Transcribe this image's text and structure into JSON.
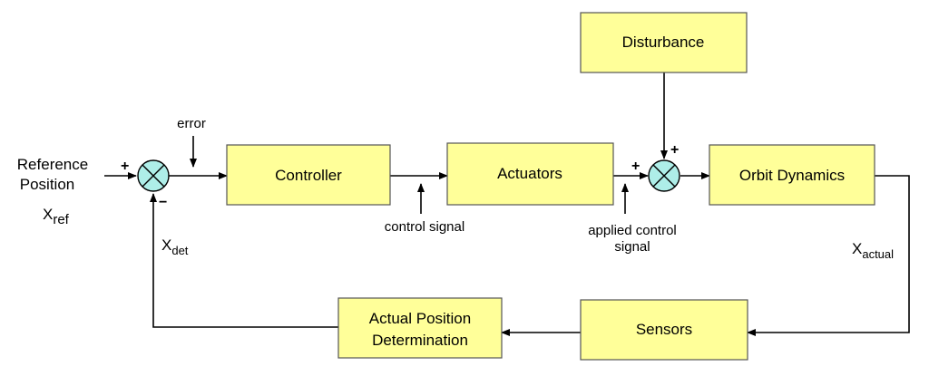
{
  "colors": {
    "block_fill": "#ffff99",
    "block_stroke": "#555555",
    "junction_fill": "#aeeee8",
    "line": "#000000"
  },
  "blocks": {
    "controller": "Controller",
    "actuators": "Actuators",
    "orbit_dynamics": "Orbit Dynamics",
    "disturbance": "Disturbance",
    "sensors": "Sensors",
    "actual_position_line1": "Actual Position",
    "actual_position_line2": "Determination"
  },
  "labels": {
    "reference_line1": "Reference",
    "reference_line2": "Position",
    "x_ref_main": "X",
    "x_ref_sub": "ref",
    "error": "error",
    "control_signal": "control signal",
    "applied_control_line1": "applied control",
    "applied_control_line2": "signal",
    "x_actual_main": "X",
    "x_actual_sub": "actual",
    "x_det_main": "X",
    "x_det_sub": "det"
  },
  "signs": {
    "sum1_plus": "+",
    "sum1_minus": "−",
    "sum2_plus_left": "+",
    "sum2_plus_top": "+"
  }
}
